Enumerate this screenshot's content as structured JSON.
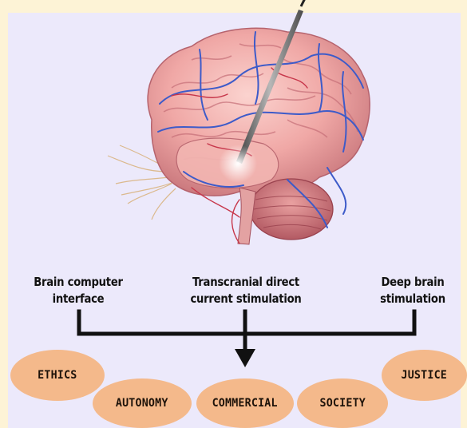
{
  "colors": {
    "outer_background": "#fdf3d6",
    "panel_background": "#ece9fb",
    "oval_fill": "#f4b98b",
    "connector": "#111111"
  },
  "icons": {
    "brain": "brain-illustration",
    "probe": "stimulation-probe",
    "arrow": "arrow-down-icon"
  },
  "techniques": [
    {
      "line1": "Brain computer",
      "line2": "interface"
    },
    {
      "line1": "Transcranial direct",
      "line2": "current stimulation"
    },
    {
      "line1": "Deep brain",
      "line2": "stimulation"
    }
  ],
  "issues": [
    "ETHICS",
    "AUTONOMY",
    "COMMERCIAL",
    "SOCIETY",
    "JUSTICE"
  ]
}
